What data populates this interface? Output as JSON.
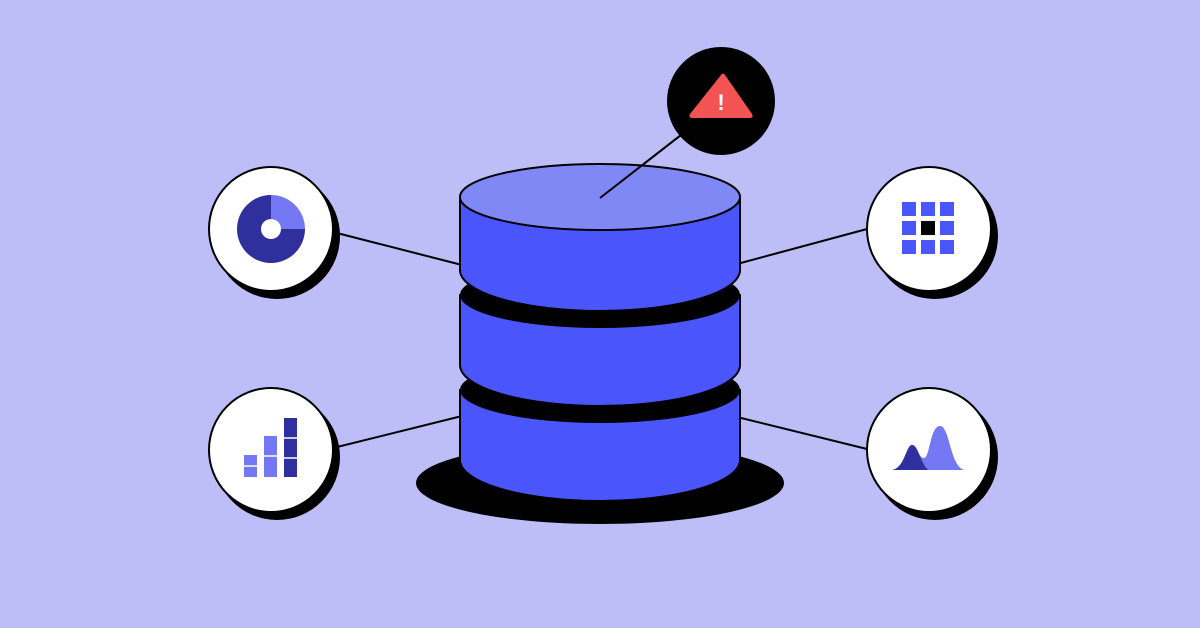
{
  "colors": {
    "background": "#bdbdf7",
    "accent_blue": "#4a55fb",
    "cylinder_top": "#8088f6",
    "dark_navy": "#2f2f9e",
    "light_blue": "#7478f2",
    "outline": "#000000",
    "badge_fill": "#ffffff",
    "alert_badge_fill": "#000000",
    "warning_red": "#f25454",
    "warning_mark": "#ffffff"
  },
  "database": {
    "icon": "database-cylinder-icon",
    "tiers": 3
  },
  "badges": [
    {
      "id": "donut",
      "icon": "donut-chart-icon",
      "side": "left",
      "row": "top"
    },
    {
      "id": "bars",
      "icon": "bar-chart-icon",
      "side": "left",
      "row": "bottom"
    },
    {
      "id": "grid",
      "icon": "grid-icon",
      "side": "right",
      "row": "top"
    },
    {
      "id": "distribution",
      "icon": "distribution-curve-icon",
      "side": "right",
      "row": "bottom"
    },
    {
      "id": "alert",
      "icon": "warning-triangle-icon",
      "side": "top",
      "row": "top",
      "text": "!"
    }
  ]
}
